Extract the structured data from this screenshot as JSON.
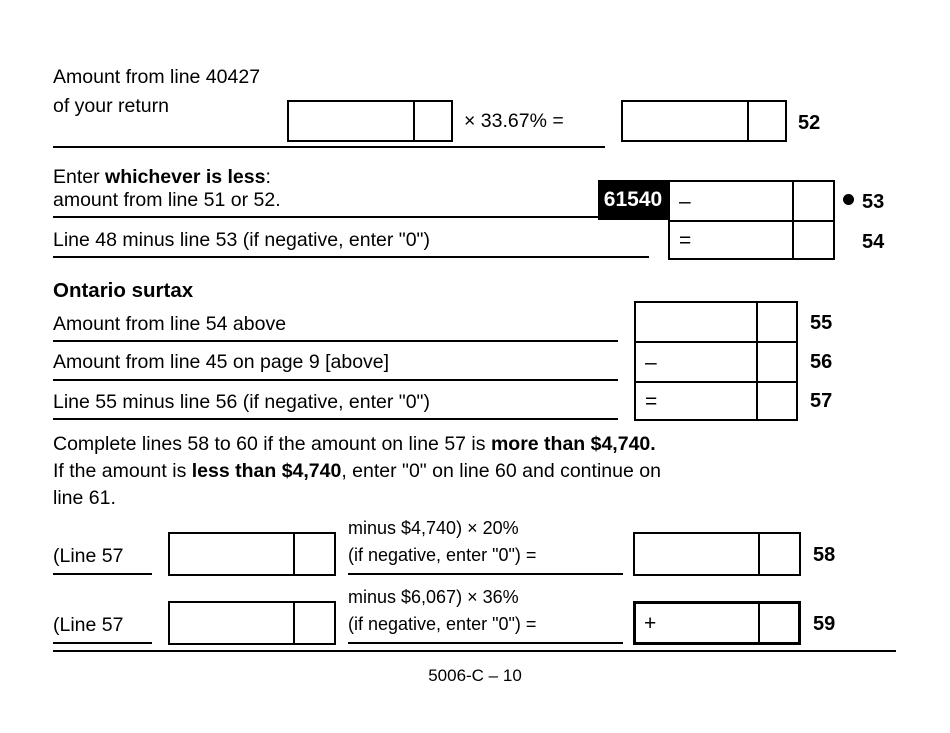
{
  "document": {
    "form_code": "5006-C – 10",
    "section_heading": "Ontario surtax"
  },
  "line_52": {
    "label_line1": "Amount from line 40427",
    "label_line2": "of your return",
    "multiplier_text": "× 33.67% =",
    "line_number": "52"
  },
  "line_53": {
    "label_line1_prefix": "Enter ",
    "label_line1_bold": "whichever is less",
    "label_line1_suffix": ":",
    "label_line2": "amount from line 51 or 52.",
    "prefilled_amount": "61540",
    "operator": "–",
    "line_number": "53"
  },
  "line_54": {
    "label": "Line 48 minus line 53 (if negative, enter \"0\")",
    "operator": "=",
    "line_number": "54"
  },
  "line_55": {
    "label": "Amount from line 54 above",
    "operator": "",
    "line_number": "55"
  },
  "line_56": {
    "label": "Amount from line 45 on page 9 [above]",
    "operator": "–",
    "line_number": "56"
  },
  "line_57": {
    "label": "Line 55 minus line 56 (if negative, enter \"0\")",
    "operator": "=",
    "line_number": "57"
  },
  "instruction": {
    "part1": "Complete lines 58 to 60 if the amount on line 57 is ",
    "part1_bold": "more than $4,740.",
    "part2_pre": "If the amount is ",
    "part2_bold": "less than $4,740",
    "part2_post": ", enter \"0\" on line 60 and continue on",
    "part3": "line 61."
  },
  "line_58": {
    "prefix": "(Line 57",
    "formula_line1": "minus $4,740) × 20%",
    "formula_line2": "(if negative, enter \"0\") =",
    "operator": "",
    "line_number": "58"
  },
  "line_59": {
    "prefix": "(Line 57",
    "formula_line1": "minus $6,067) × 36%",
    "formula_line2": "(if negative, enter \"0\") =",
    "operator": "+",
    "line_number": "59"
  },
  "colors": {
    "ink": "#000000",
    "paper": "#ffffff",
    "highlight_bg": "#000000",
    "highlight_fg": "#ffffff"
  }
}
